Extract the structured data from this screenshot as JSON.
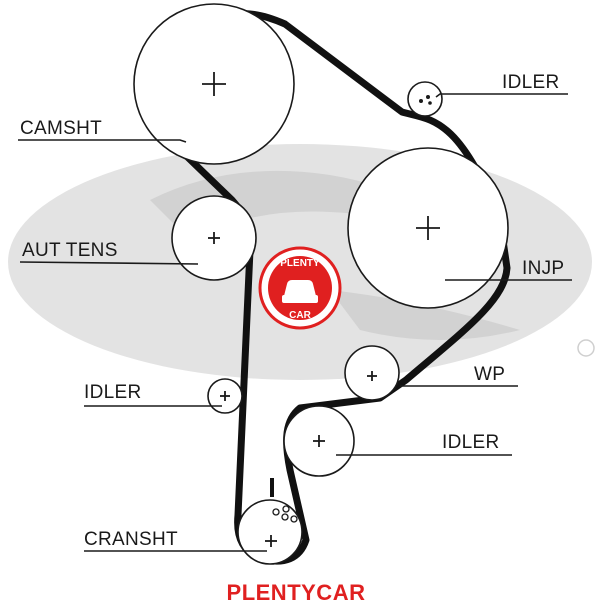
{
  "diagram": {
    "labels": {
      "camshaft": "CAMSHT",
      "idler_top": "IDLER",
      "auto_tensioner": "AUT TENS",
      "injection_pump": "INJP",
      "idler_left": "IDLER",
      "water_pump": "WP",
      "idler_lower": "IDLER",
      "crankshaft": "CRANSHT"
    },
    "watermark": {
      "badge_top": "PLENTY",
      "badge_bottom": "CAR",
      "footer": "PLENTYCAR",
      "brand_color": "#e02020"
    },
    "colors": {
      "belt": "#111111",
      "background_logo": "#e3e3e3",
      "text": "#1a1a1a"
    }
  }
}
